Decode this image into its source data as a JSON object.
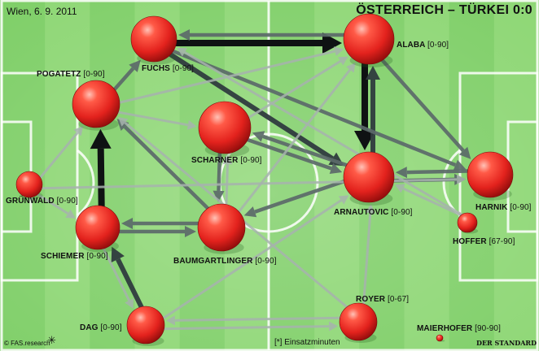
{
  "header": {
    "date": "Wien, 6. 9. 2011",
    "match": "ÖSTERREICH – TÜRKEI 0:0"
  },
  "footer": {
    "credit": "© FAS.research",
    "legend": "[*] Einsatzminuten",
    "publisher": "DER STANDARD"
  },
  "colors": {
    "pitch_light": "#cdeeb6",
    "pitch_dark": "#7fcf68",
    "node": "#e8302c",
    "arrow": "#3c4a4d"
  },
  "players": [
    {
      "id": "fuchs",
      "name": "FUCHS",
      "minutes": "[0-90]",
      "size": 1.0
    },
    {
      "id": "alaba",
      "name": "ALABA",
      "minutes": "[0-90]",
      "size": 1.0
    },
    {
      "id": "pogatetz",
      "name": "POGATETZ",
      "minutes": "[0-90]",
      "size": 1.0
    },
    {
      "id": "scharner",
      "name": "SCHARNER",
      "minutes": "[0-90]",
      "size": 1.0
    },
    {
      "id": "gruenwald",
      "name": "GRÜNWALD",
      "minutes": "[0-90]",
      "size": 0.55
    },
    {
      "id": "arnautovic",
      "name": "ARNAUTOVIC",
      "minutes": "[0-90]",
      "size": 1.0
    },
    {
      "id": "harnik",
      "name": "HARNIK",
      "minutes": "[0-90]",
      "size": 0.95
    },
    {
      "id": "hoffer",
      "name": "HOFFER",
      "minutes": "[67-90]",
      "size": 0.45
    },
    {
      "id": "schiemer",
      "name": "SCHIEMER",
      "minutes": "[0-90]",
      "size": 1.0
    },
    {
      "id": "baumgartlinger",
      "name": "BAUMGARTLINGER",
      "minutes": "[0-90]",
      "size": 1.0
    },
    {
      "id": "royer",
      "name": "ROYER",
      "minutes": "[0-67]",
      "size": 0.75
    },
    {
      "id": "dag",
      "name": "DAG",
      "minutes": "[0-90]",
      "size": 0.85
    },
    {
      "id": "maierhofer",
      "name": "MAIERHOFER",
      "minutes": "[90-90]",
      "size": 0.15
    }
  ],
  "passes": [
    {
      "from": "fuchs",
      "to": "alaba",
      "level": 4
    },
    {
      "from": "alaba",
      "to": "fuchs",
      "level": 2
    },
    {
      "from": "alaba",
      "to": "arnautovic",
      "level": 4
    },
    {
      "from": "arnautovic",
      "to": "alaba",
      "level": 3
    },
    {
      "from": "schiemer",
      "to": "pogatetz",
      "level": 4
    },
    {
      "from": "fuchs",
      "to": "arnautovic",
      "level": 3
    },
    {
      "from": "fuchs",
      "to": "harnik",
      "level": 2
    },
    {
      "from": "pogatetz",
      "to": "fuchs",
      "level": 2
    },
    {
      "from": "pogatetz",
      "to": "scharner",
      "level": 1
    },
    {
      "from": "pogatetz",
      "to": "alaba",
      "level": 1
    },
    {
      "from": "scharner",
      "to": "arnautovic",
      "level": 2
    },
    {
      "from": "arnautovic",
      "to": "scharner",
      "level": 2
    },
    {
      "from": "arnautovic",
      "to": "harnik",
      "level": 2
    },
    {
      "from": "harnik",
      "to": "arnautovic",
      "level": 2
    },
    {
      "from": "alaba",
      "to": "harnik",
      "level": 2
    },
    {
      "from": "scharner",
      "to": "alaba",
      "level": 1
    },
    {
      "from": "scharner",
      "to": "baumgartlinger",
      "level": 2
    },
    {
      "from": "baumgartlinger",
      "to": "scharner",
      "level": 1
    },
    {
      "from": "baumgartlinger",
      "to": "schiemer",
      "level": 2
    },
    {
      "from": "schiemer",
      "to": "baumgartlinger",
      "level": 2
    },
    {
      "from": "baumgartlinger",
      "to": "pogatetz",
      "level": 2
    },
    {
      "from": "arnautovic",
      "to": "baumgartlinger",
      "level": 2
    },
    {
      "from": "baumgartlinger",
      "to": "alaba",
      "level": 1
    },
    {
      "from": "dag",
      "to": "schiemer",
      "level": 3
    },
    {
      "from": "schiemer",
      "to": "dag",
      "level": 1
    },
    {
      "from": "dag",
      "to": "arnautovic",
      "level": 1
    },
    {
      "from": "dag",
      "to": "royer",
      "level": 1
    },
    {
      "from": "royer",
      "to": "dag",
      "level": 1
    },
    {
      "from": "gruenwald",
      "to": "pogatetz",
      "level": 1
    },
    {
      "from": "gruenwald",
      "to": "harnik",
      "level": 1
    },
    {
      "from": "gruenwald",
      "to": "schiemer",
      "level": 1
    },
    {
      "from": "hoffer",
      "to": "fuchs",
      "level": 1
    },
    {
      "from": "hoffer",
      "to": "arnautovic",
      "level": 1
    },
    {
      "from": "royer",
      "to": "pogatetz",
      "level": 1
    },
    {
      "from": "royer",
      "to": "arnautovic",
      "level": 1
    }
  ]
}
